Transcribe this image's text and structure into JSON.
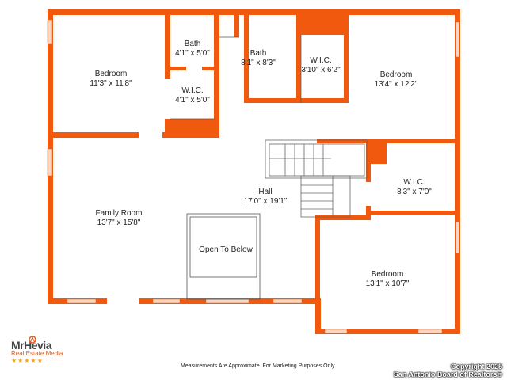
{
  "rooms": [
    {
      "id": "bedroom-nw",
      "name": "Bedroom",
      "dims": "11'3\" x 11'8\""
    },
    {
      "id": "bath-1",
      "name": "Bath",
      "dims": "4'1\" x 5'0\""
    },
    {
      "id": "wic-1",
      "name": "W.I.C.",
      "dims": "4'1\" x 5'0\""
    },
    {
      "id": "bath-2",
      "name": "Bath",
      "dims": "8'1\" x 8'3\""
    },
    {
      "id": "wic-2",
      "name": "W.I.C.",
      "dims": "3'10\" x 6'2\""
    },
    {
      "id": "bedroom-ne",
      "name": "Bedroom",
      "dims": "13'4\" x 12'2\""
    },
    {
      "id": "family-room",
      "name": "Family Room",
      "dims": "13'7\" x 15'8\""
    },
    {
      "id": "hall",
      "name": "Hall",
      "dims": "17'0\" x 19'1\""
    },
    {
      "id": "wic-3",
      "name": "W.I.C.",
      "dims": "8'3\" x 7'0\""
    },
    {
      "id": "bedroom-se",
      "name": "Bedroom",
      "dims": "13'1\" x 10'7\""
    }
  ],
  "open_to_below": "Open To Below",
  "disclaimer": "Measurements Are Approximate. For Marketing Purposes Only.",
  "copyright_line1": "Copyright 2025",
  "copyright_line2": "San Antonio Board of Realtors®",
  "logo": {
    "name_left": "Mr",
    "name_right": "Hevia",
    "subtitle": "Real Estate Media",
    "stars": "★★★★★"
  },
  "colors": {
    "wall": "#f15a0e",
    "window": "#f7d7c4",
    "background": "#ffffff",
    "text": "#222222"
  }
}
